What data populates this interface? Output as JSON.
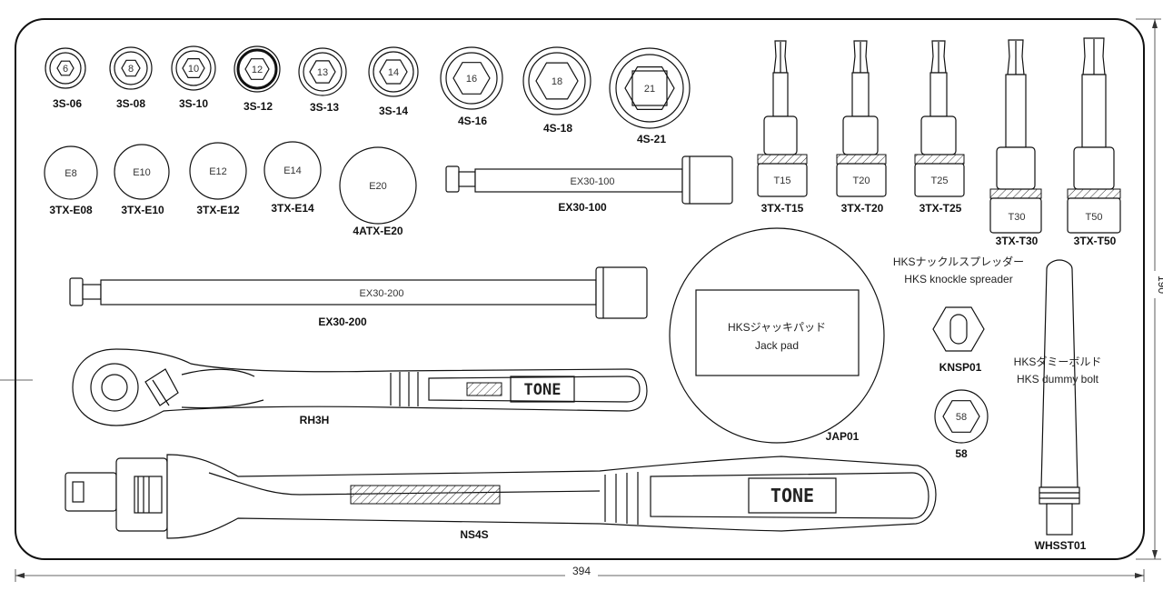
{
  "sockets": [
    {
      "code": "3S-06",
      "size": "6"
    },
    {
      "code": "3S-08",
      "size": "8"
    },
    {
      "code": "3S-10",
      "size": "10"
    },
    {
      "code": "3S-12",
      "size": "12"
    },
    {
      "code": "3S-13",
      "size": "13"
    },
    {
      "code": "3S-14",
      "size": "14"
    },
    {
      "code": "4S-16",
      "size": "16"
    },
    {
      "code": "4S-18",
      "size": "18"
    },
    {
      "code": "4S-21",
      "size": "21"
    }
  ],
  "e_sockets": [
    {
      "code": "3TX-E08",
      "size": "E8"
    },
    {
      "code": "3TX-E10",
      "size": "E10"
    },
    {
      "code": "3TX-E12",
      "size": "E12"
    },
    {
      "code": "3TX-E14",
      "size": "E14"
    },
    {
      "code": "4ATX-E20",
      "size": "E20"
    }
  ],
  "torx_bits": [
    {
      "code": "3TX-T15",
      "size": "T15"
    },
    {
      "code": "3TX-T20",
      "size": "T20"
    },
    {
      "code": "3TX-T25",
      "size": "T25"
    },
    {
      "code": "3TX-T30",
      "size": "T30"
    },
    {
      "code": "3TX-T50",
      "size": "T50"
    }
  ],
  "extensions": [
    {
      "code": "EX30-100",
      "marking": "EX30-100"
    },
    {
      "code": "EX30-200",
      "marking": "EX30-200"
    }
  ],
  "ratchet": {
    "code": "RH3H",
    "brand": "TONE"
  },
  "breaker_bar": {
    "code": "NS4S",
    "brand": "TONE"
  },
  "jack_pad": {
    "code": "JAP01",
    "label_jp": "HKSジャッキパッド",
    "label_en": "Jack pad"
  },
  "knuckle_spreader": {
    "code": "KNSP01",
    "label_jp": "HKSナックルスプレッダー",
    "label_en": "HKS knockle spreader"
  },
  "socket_58": {
    "code": "58",
    "size": "58"
  },
  "dummy_bolt": {
    "code": "WHSST01",
    "label_jp": "HKSダミーボルド",
    "label_en": "HKS dummy bolt"
  },
  "dimensions": {
    "width": "394",
    "height": "190"
  }
}
